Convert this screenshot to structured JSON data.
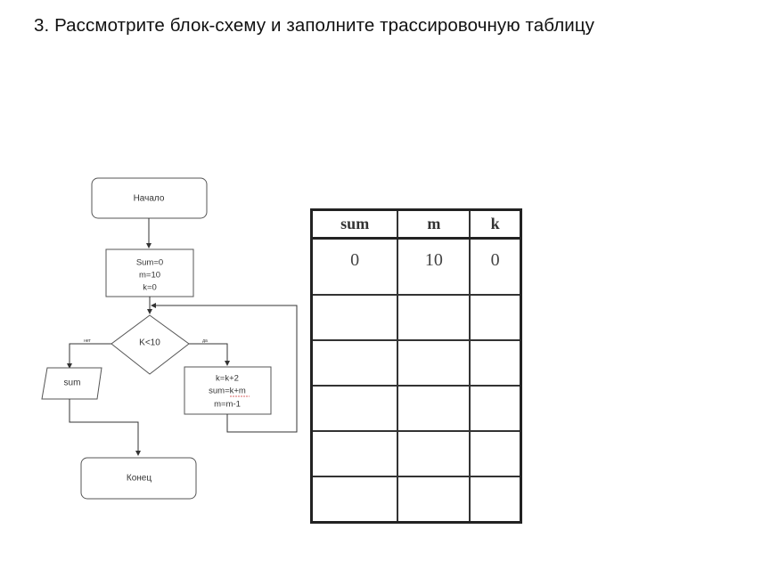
{
  "title": "3. Рассмотрите блок-схему и заполните трассировочную таблицу",
  "flowchart": {
    "start": "Начало",
    "init_lines": [
      "Sum=0",
      "m=10",
      "k=0"
    ],
    "condition": "K<10",
    "no_label": "нет",
    "yes_label": "да",
    "output": "sum",
    "body_lines": [
      "k=k+2",
      "sum=k+m",
      "m=m-1"
    ],
    "end": "Конец"
  },
  "trace_table": {
    "headers": [
      "sum",
      "m",
      "k"
    ],
    "rows": [
      [
        "0",
        "10",
        "0"
      ],
      [
        "",
        "",
        ""
      ],
      [
        "",
        "",
        ""
      ],
      [
        "",
        "",
        ""
      ],
      [
        "",
        "",
        ""
      ],
      [
        "",
        "",
        ""
      ]
    ]
  }
}
